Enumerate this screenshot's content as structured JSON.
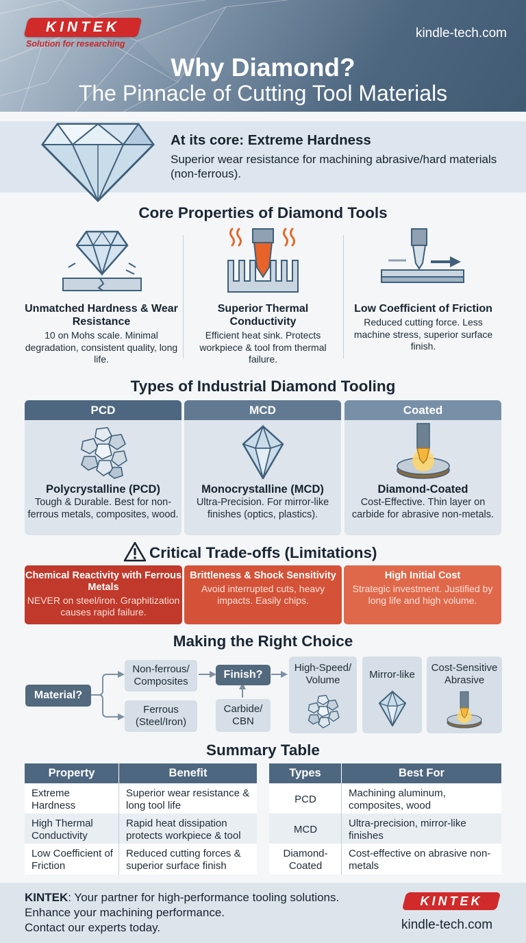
{
  "header": {
    "logo_text": "KINTEK",
    "tagline": "Solution for researching",
    "website": "kindle-tech.com",
    "title": "Why Diamond?",
    "subtitle": "The Pinnacle of Cutting Tool Materials"
  },
  "core": {
    "heading": "At its core: Extreme Hardness",
    "text": "Superior wear resistance for machining abrasive/hard materials (non-ferrous)."
  },
  "properties": {
    "title": "Core Properties of Diamond Tools",
    "items": [
      {
        "title": "Unmatched Hardness & Wear Resistance",
        "text": "10 on Mohs scale. Minimal degradation, consistent quality, long life.",
        "icon": "diamond-impact-icon"
      },
      {
        "title": "Superior Thermal Conductivity",
        "text": "Efficient heat sink. Protects workpiece & tool from thermal failure.",
        "icon": "heat-sink-icon"
      },
      {
        "title": "Low Coefficient of Friction",
        "text": "Reduced cutting force. Less machine stress, superior surface finish.",
        "icon": "tool-friction-icon"
      }
    ]
  },
  "types": {
    "title": "Types of Industrial Diamond Tooling",
    "items": [
      {
        "tab": "PCD",
        "name": "Polycrystalline (PCD)",
        "text": "Tough & Durable. Best for non-ferrous metals, composites, wood.",
        "color": "#4e6780"
      },
      {
        "tab": "MCD",
        "name": "Monocrystalline (MCD)",
        "text": "Ultra-Precision. For mirror-like finishes (optics, plastics).",
        "color": "#617a92"
      },
      {
        "tab": "Coated",
        "name": "Diamond-Coated",
        "text": "Cost-Effective. Thin layer on carbide for abrasive non-metals.",
        "color": "#7790a7"
      }
    ]
  },
  "tradeoffs": {
    "title": "Critical Trade-offs (Limitations)",
    "items": [
      {
        "title": "Chemical Reactivity with Ferrous Metals",
        "text": "NEVER on steel/iron. Graphitization causes rapid failure.",
        "color": "#c0392b"
      },
      {
        "title": "Brittleness & Shock Sensitivity",
        "text": "Avoid interrupted cuts, heavy impacts. Easily chips.",
        "color": "#d45237"
      },
      {
        "title": "High Initial Cost",
        "text": "Strategic investment. Justified by long life and high volume.",
        "color": "#e0684a"
      }
    ]
  },
  "choice": {
    "title": "Making the Right Choice",
    "material": "Material?",
    "nonferrous": "Non-ferrous/ Composites",
    "ferrous": "Ferrous (Steel/Iron)",
    "finish": "Finish?",
    "carbide": "Carbide/ CBN",
    "options": [
      "High-Speed/ Volume",
      "Mirror-like",
      "Cost-Sensitive Abrasive"
    ]
  },
  "summary": {
    "title": "Summary Table",
    "left_headers": [
      "Property",
      "Benefit"
    ],
    "left_rows": [
      [
        "Extreme Hardness",
        "Superior wear resistance & long tool life"
      ],
      [
        "High Thermal Conductivity",
        "Rapid heat dissipation protects workpiece & tool"
      ],
      [
        "Low Coefficient of Friction",
        "Reduced cutting forces & superior surface finish"
      ]
    ],
    "right_headers": [
      "Types",
      "Best For"
    ],
    "right_rows": [
      [
        "PCD",
        "Machining aluminum, composites, wood"
      ],
      [
        "MCD",
        "Ultra-precision, mirror-like finishes"
      ],
      [
        "Diamond-Coated",
        "Cost-effective on abrasive non-metals"
      ]
    ]
  },
  "footer": {
    "brand": "KINTEK",
    "line1": ": Your partner for high-performance tooling solutions.",
    "line2": "Enhance your machining performance.",
    "line3": "Contact our experts today.",
    "logo_text": "KINTEK",
    "website": "kindle-tech.com"
  }
}
